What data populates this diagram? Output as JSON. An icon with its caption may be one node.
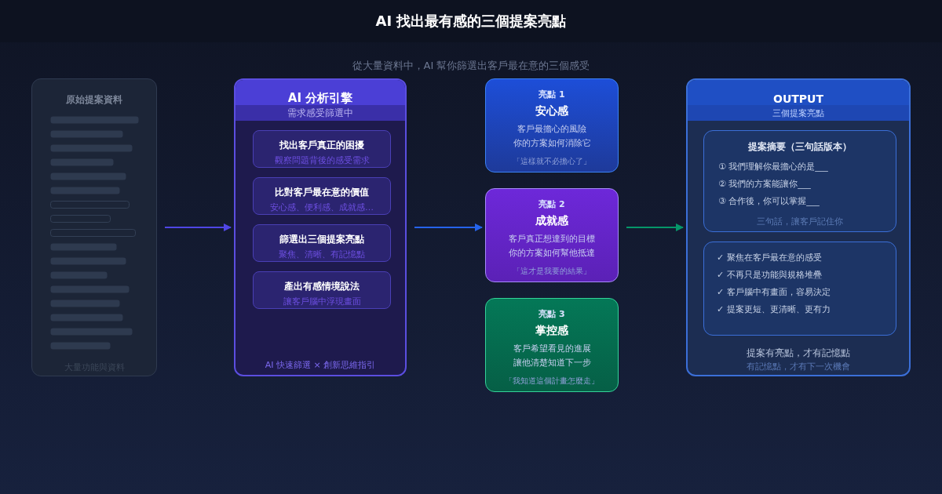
{
  "diagram": {
    "title": "AI 找出最有感的三個提案亮點",
    "nodes": [
      {
        "text": [
          "原始提案資料",
          "大量功能與資料"
        ]
      },
      {
        "text": [
          "AI 分析引擎",
          "需求感受篩選中",
          "AI 快速篩選 × 創新思維指引"
        ]
      },
      {
        "text": [
          "找出客戶真正的困擾",
          "觀察問題背後的感受需求"
        ],
        "in": 1
      },
      {
        "text": [
          "比對客戶最在意的價值",
          "安心感、便利感、成就感…"
        ],
        "in": 1
      },
      {
        "text": [
          "篩選出三個提案亮點",
          "聚焦、清晰、有記憶點"
        ],
        "in": 1
      },
      {
        "text": [
          "產出有感情境說法",
          "讓客戶腦中浮現畫面"
        ],
        "in": 1
      },
      {
        "text": [
          "亮點 1",
          "安心感",
          "客戶最擔心的風險",
          "你的方案如何消除它",
          "「這樣就不必擔心了」"
        ]
      },
      {
        "text": [
          "亮點 2",
          "成就感",
          "客戶真正想達到的目標",
          "你的方案如何幫他抵達",
          "「這才是我要的結果」"
        ]
      },
      {
        "text": [
          "亮點 3",
          "掌控感",
          "客戶希望看見的進展",
          "讓他清楚知道下一步",
          "「我知道這個計畫怎麼走」"
        ]
      },
      {
        "text": [
          "OUTPUT",
          "三個提案亮點",
          "提案有亮點，才有記憶點",
          "有記憶點，才有下一次機會"
        ]
      },
      {
        "text": [
          "提案摘要（三句話版本）",
          "① 我們理解你最擔心的是___",
          "② 我們的方案能讓你___",
          "③ 合作後，你可以掌握___",
          "三句話，讓客戶記住你"
        ],
        "in": 9
      },
      {
        "text": [
          "✓ 聚焦在客戶最在意的感受",
          "✓ 不再只是功能與規格堆疊",
          "✓ 客戶腦中有畫面，容易決定",
          "✓ 提案更短、更清晰、更有力"
        ],
        "in": 9
      }
    ],
    "edges": [
      {
        "from": 0,
        "to": 1,
        "arrow": "to",
        "color": "#4f46e5"
      },
      {
        "from": 1,
        "to": 7,
        "arrow": "to",
        "color": "#2563eb"
      },
      {
        "from": 7,
        "to": 9,
        "arrow": "to",
        "color": "#059669"
      }
    ],
    "labels": [
      "從大量資料中，AI 幫你篩選出客戶最在意的三個感受"
    ]
  }
}
